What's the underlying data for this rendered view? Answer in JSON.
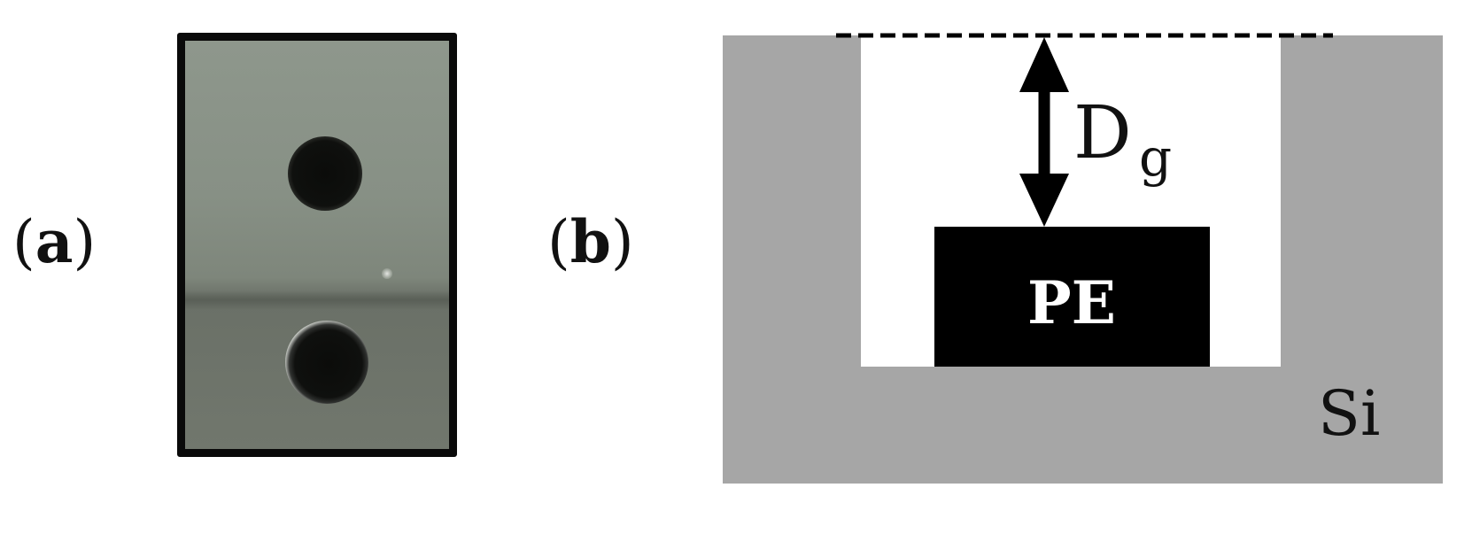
{
  "panel_a": {
    "label_letter": "a",
    "photo_description_icon": "sample-photo-with-two-holes"
  },
  "panel_b": {
    "label_letter": "b",
    "electrode_label": "PE",
    "gap_label_main": "D",
    "gap_label_sub": "g",
    "substrate_label": "Si",
    "colors": {
      "substrate": "#a6a6a6",
      "cavity": "#ffffff",
      "electrode": "#000000",
      "arrow": "#000000"
    }
  }
}
